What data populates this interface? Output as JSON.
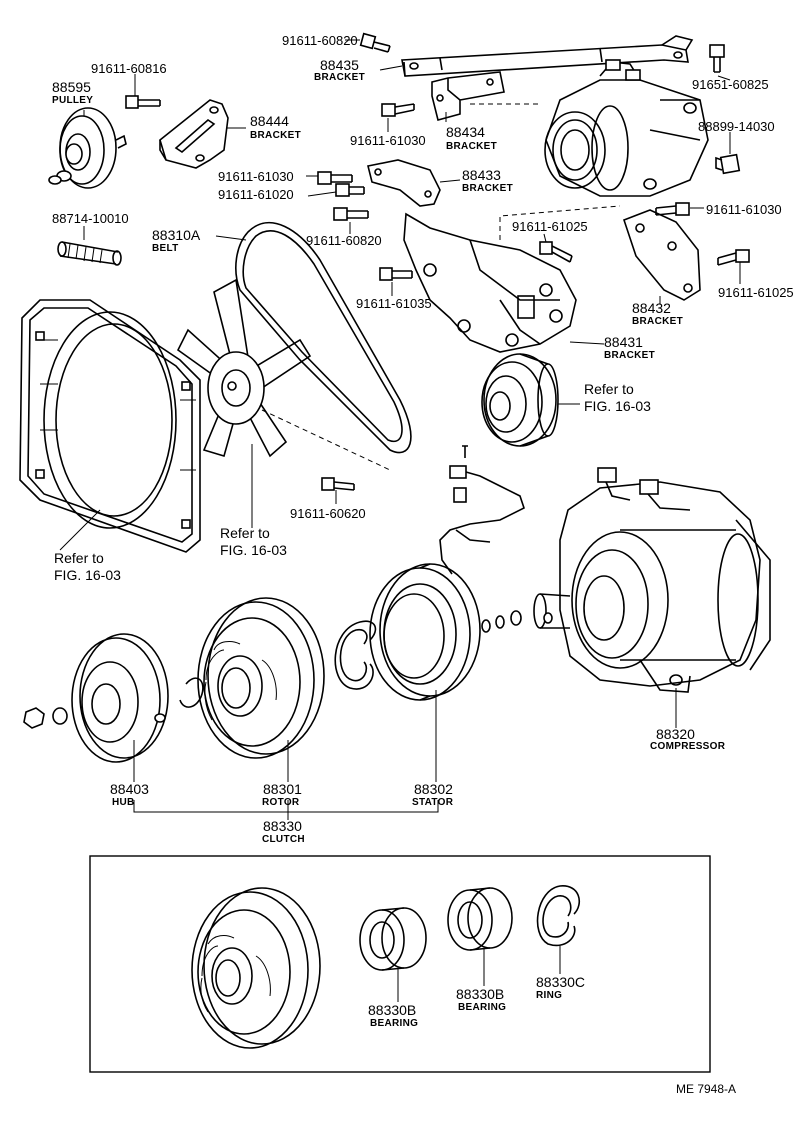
{
  "parts": {
    "bolt_91611_60820_top": "91611-60820",
    "bracket_88435": {
      "number": "88435",
      "name": "BRACKET"
    },
    "bolt_91651_60825": "91651-60825",
    "pulley_88595": {
      "number": "88595",
      "name": "PULLEY"
    },
    "bolt_91611_60816": "91611-60816",
    "bracket_88444": {
      "number": "88444",
      "name": "BRACKET"
    },
    "bracket_88434": {
      "number": "88434",
      "name": "BRACKET"
    },
    "bolt_91611_61030_a": "91611-61030",
    "part_88899_14030": "88899-14030",
    "bolt_91611_61030_b": "91611-61030",
    "bolt_91611_61020": "91611-61020",
    "bracket_88433": {
      "number": "88433",
      "name": "BRACKET"
    },
    "bolt_91611_60820_mid": "91611-60820",
    "stud_88714_10010": "88714-10010",
    "belt_88310a": {
      "number": "88310A",
      "name": "BELT"
    },
    "bolt_91611_61025_a": "91611-61025",
    "bolt_91611_61030_c": "91611-61030",
    "bolt_91611_61035": "91611-61035",
    "bracket_88432": {
      "number": "88432",
      "name": "BRACKET"
    },
    "bolt_91611_61025_b": "91611-61025",
    "bracket_88431": {
      "number": "88431",
      "name": "BRACKET"
    },
    "bolt_91611_60620": "91611-60620",
    "compressor_88320": {
      "number": "88320",
      "name": "COMPRESSOR"
    },
    "hub_88403": {
      "number": "88403",
      "name": "HUB"
    },
    "rotor_88301": {
      "number": "88301",
      "name": "ROTOR"
    },
    "stator_88302": {
      "number": "88302",
      "name": "STATOR"
    },
    "clutch_88330": {
      "number": "88330",
      "name": "CLUTCH"
    },
    "bearing_88330b_a": {
      "number": "88330B",
      "name": "BEARING"
    },
    "bearing_88330b_b": {
      "number": "88330B",
      "name": "BEARING"
    },
    "ring_88330c": {
      "number": "88330C",
      "name": "RING"
    }
  },
  "references": {
    "pulley_ref": {
      "line1": "Refer to",
      "line2": "FIG. 16-03"
    },
    "fan_ref": {
      "line1": "Refer to",
      "line2": "FIG. 16-03"
    },
    "shroud_ref": {
      "line1": "Refer to",
      "line2": "FIG. 16-03"
    }
  },
  "figure_code": "ME  7948-A"
}
